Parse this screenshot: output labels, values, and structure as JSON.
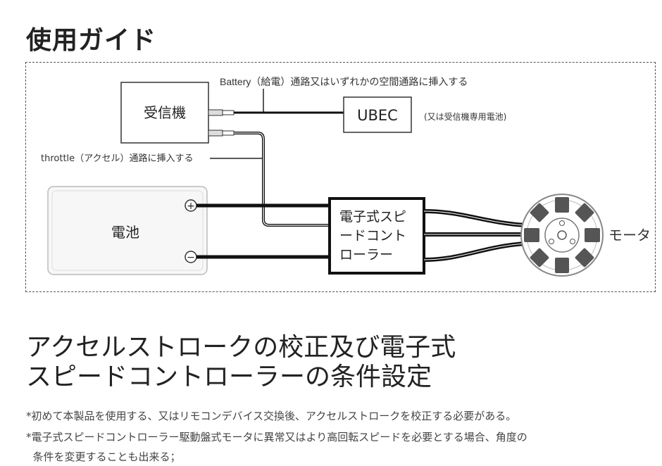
{
  "page_title": "使用ガイド",
  "diagram": {
    "battery_note": "Battery（給電）通路又はいずれかの空間通路に挿入する",
    "receiver": "受信機",
    "ubec": "UBEC",
    "ubec_note": "(又は受信機専用電池)",
    "throttle_note": "throttle（アクセル）通路に挿入する",
    "battery": "電池",
    "plus": "+",
    "minus": "−",
    "esc_line1": "電子式スピ",
    "esc_line2": "ードコント",
    "esc_line3": "ローラー",
    "motor": "モータ"
  },
  "section": {
    "title_line1": "アクセルストロークの校正及び電子式",
    "title_line2": "スピードコントローラーの条件設定"
  },
  "notes": [
    "*初めて本製品を使用する、又はリモコンデバイス交換後、アクセルストロークを校正する必要がある。",
    "*電子式スピードコントローラー駆動盤式モータに異常又はより高回転スピードを必要とする場合、角度の",
    "  条件を変更することも出来る；"
  ]
}
